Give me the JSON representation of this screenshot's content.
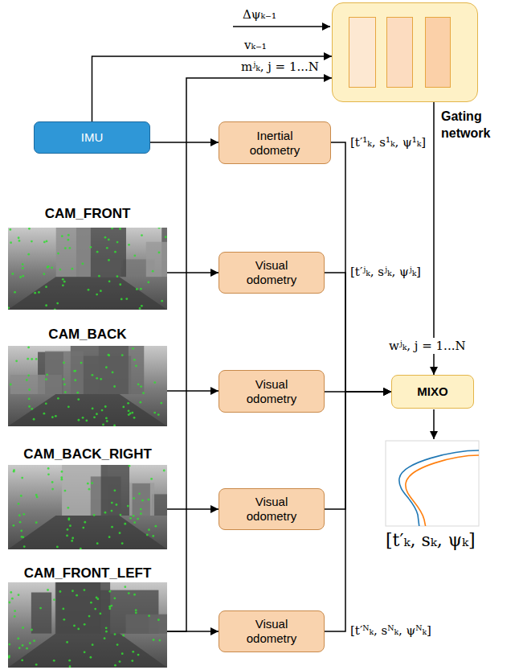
{
  "diagram": {
    "nodes": [
      {
        "text": [
          "Gating network"
        ]
      },
      {
        "text": [
          "IMU"
        ]
      },
      {
        "text": [
          "Inertial odometry"
        ]
      },
      {
        "text": [
          "CAM_FRONT"
        ]
      },
      {
        "text": [
          "Visual odometry"
        ]
      },
      {
        "text": [
          "CAM_BACK"
        ]
      },
      {
        "text": [
          "Visual odometry"
        ]
      },
      {
        "text": [
          "MIXO"
        ]
      },
      {
        "text": [
          "CAM_BACK_RIGHT"
        ]
      },
      {
        "text": [
          "Visual odometry"
        ]
      },
      {
        "text": [
          "CAM_FRONT_LEFT"
        ]
      },
      {
        "text": [
          "Visual odometry"
        ]
      }
    ],
    "edges": [
      {
        "from": 1,
        "to": 0,
        "arrow": "to",
        "label": "vₖ₋₁"
      },
      {
        "from": 10,
        "to": 0,
        "arrow": "to",
        "label": "mʲₖ, j = 1...N"
      },
      {
        "from": 1,
        "to": 2,
        "arrow": "to"
      },
      {
        "from": 3,
        "to": 4,
        "arrow": "to"
      },
      {
        "from": 5,
        "to": 6,
        "arrow": "to"
      },
      {
        "from": 8,
        "to": 9,
        "arrow": "to"
      },
      {
        "from": 10,
        "to": 11,
        "arrow": "to"
      },
      {
        "from": 2,
        "to": 7,
        "arrow": "to",
        "label": "[t′¹ₖ, s¹ₖ, ψ¹ₖ]"
      },
      {
        "from": 4,
        "to": 7,
        "arrow": "to",
        "label": "[t′ʲₖ, sʲₖ, ψʲₖ]"
      },
      {
        "from": 6,
        "to": 7,
        "arrow": "to"
      },
      {
        "from": 9,
        "to": 7,
        "arrow": "to"
      },
      {
        "from": 11,
        "to": 7,
        "arrow": "to",
        "label": "[t′ᴺₖ, sᴺₖ, ψᴺₖ]"
      },
      {
        "from": 0,
        "to": 7,
        "arrow": "to",
        "label": "wʲₖ, j = 1...N"
      }
    ],
    "labels": [
      "Δψₖ₋₁",
      "[t′ₖ, sₖ, ψₖ]"
    ]
  }
}
